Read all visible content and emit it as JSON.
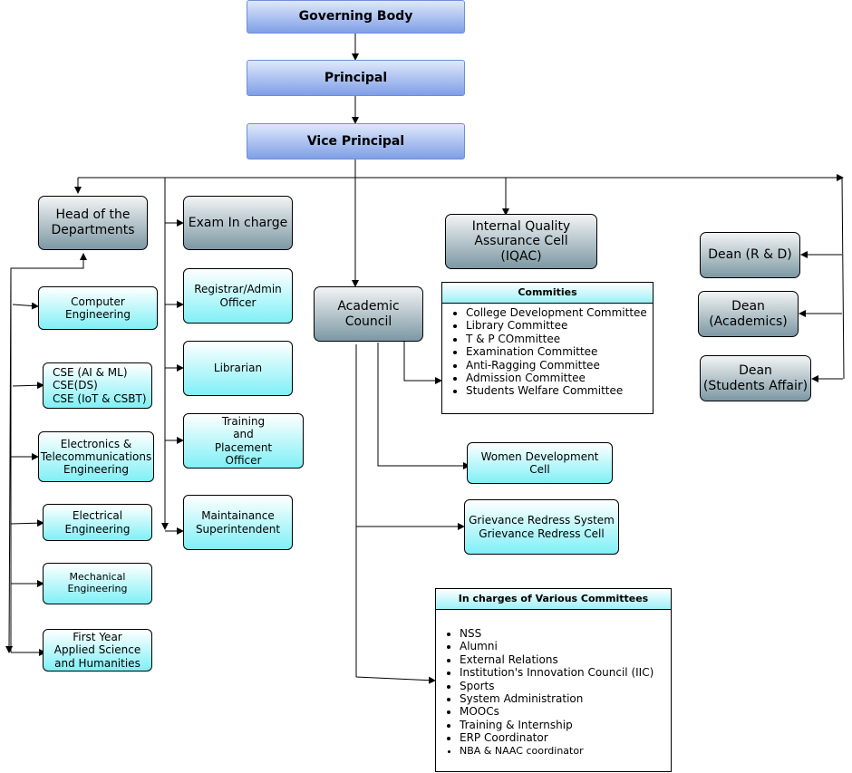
{
  "nodes": {
    "governing_body": "Governing Body",
    "principal": "Principal",
    "vice_principal": "Vice Principal",
    "hod": "Head of the\nDepartments",
    "exam": "Exam In charge",
    "registrar": "Registrar/Admin\nOfficer",
    "librarian": "Librarian",
    "tpo": "Training\nand\nPlacement\nOfficer",
    "maintenance": "Maintainance\nSuperintendent",
    "academic_council": "Academic\nCouncil",
    "iqac": "Internal Quality\nAssurance Cell\n(IQAC)",
    "dean_rd": "Dean (R & D)",
    "dean_acad": "Dean\n(Academics)",
    "dean_sa": "Dean\n(Students Affair)",
    "wdc": "Women Development\nCell",
    "grievance": "Grievance Redress System\nGrievance Redress Cell",
    "comp": "Computer\nEngineering",
    "cse": "CSE (AI & ML)\nCSE(DS)\nCSE (IoT & CSBT)",
    "entc": "Electronics &\nTelecommunications\nEngineering",
    "electrical": "Electrical\nEngineering",
    "mechanical": "Mechanical\nEngineering",
    "first_year": "First Year\nApplied Science\nand Humanities"
  },
  "committees": {
    "title": "Commities",
    "items": [
      "College Development Committee",
      "Library Committee",
      "T & P COmmittee",
      "Examination Committee",
      "Anti-Ragging Committee",
      "Admission Committee",
      "Students Welfare Committee"
    ]
  },
  "incharges": {
    "title": "In charges of Various Committees",
    "items": [
      "NSS",
      "Alumni",
      "External Relations",
      "Institution's Innovation Council (IIC)",
      "Sports",
      "System Administration",
      "MOOCs",
      "Training & Internship",
      "ERP Coordinator",
      "NBA & NAAC coordinator"
    ]
  }
}
